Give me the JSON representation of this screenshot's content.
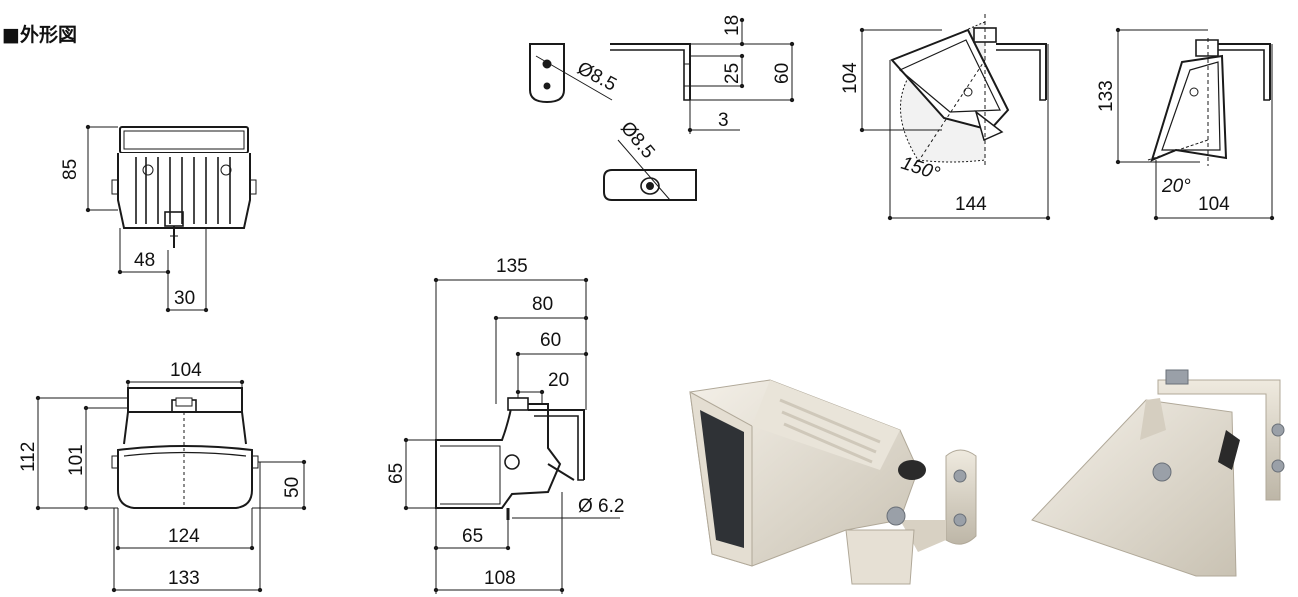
{
  "title": "■外形図",
  "colors": {
    "line": "#1a1a1a",
    "body": "#ece7dc",
    "body_shadow": "#b9b3a6",
    "lens": "#2f3236"
  },
  "dimensions": {
    "front_height": "85",
    "front_width_48": "48",
    "front_width_30": "30",
    "bracket_18": "18",
    "bracket_25": "25",
    "bracket_60": "60",
    "bracket_3": "3",
    "hole_a": "Ø8.5",
    "hole_b": "Ø8.5",
    "tilt_h": "104",
    "tilt_angle": "150°",
    "tilt_w": "144",
    "side_h": "133",
    "side_angle": "20°",
    "side_w": "104",
    "top_h112": "112",
    "top_h101": "101",
    "top_w104": "104",
    "top_w124": "124",
    "top_w133": "133",
    "top_h50": "50",
    "side2_135": "135",
    "side2_80": "80",
    "side2_60": "60",
    "side2_20": "20",
    "side2_65h": "65",
    "side2_65w": "65",
    "side2_108": "108",
    "side2_hole": "Ø 6.2"
  },
  "icons": [
    "illuminator-front-view",
    "illuminator-top-view",
    "illuminator-side-view",
    "bracket-view",
    "product-photo"
  ]
}
